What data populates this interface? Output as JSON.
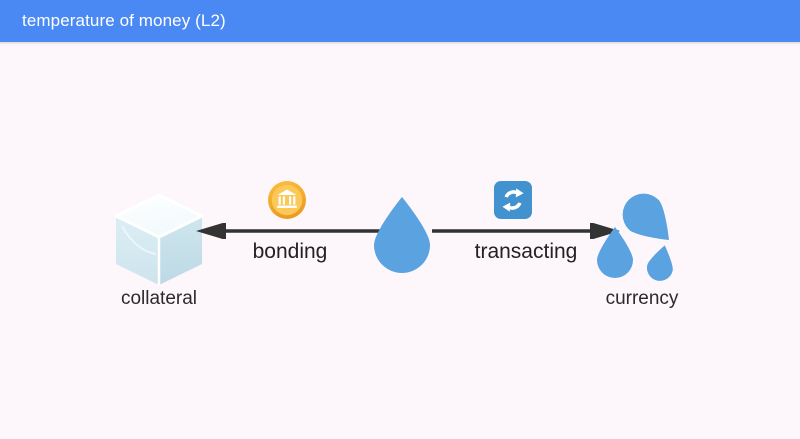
{
  "window": {
    "title": "temperature of money (L2)",
    "title_bar_color": "#4a89f3",
    "title_text_color": "#ffffff",
    "background_color": "#fdf6fa"
  },
  "diagram": {
    "nodes": [
      {
        "id": "collateral",
        "label": "collateral",
        "icon": "ice-cube-icon",
        "colors": {
          "top": "#ffffff",
          "left": "#d3e7ef",
          "right": "#bcd8e3"
        }
      },
      {
        "id": "money",
        "label": "",
        "icon": "water-drop-icon",
        "colors": {
          "fill": "#5ba3e0"
        }
      },
      {
        "id": "currency",
        "label": "currency",
        "icon": "three-water-drops-icon",
        "colors": {
          "fill": "#5ba3e0"
        }
      }
    ],
    "edges": [
      {
        "id": "bonding",
        "label": "bonding",
        "direction": "left",
        "from": "money",
        "to": "collateral",
        "badge_icon": "bank-coin-icon",
        "badge_colors": {
          "outer": "#f0a92e",
          "inner": "#fcc24d",
          "glyph": "#ffffff"
        },
        "arrow_color": "#333333"
      },
      {
        "id": "transacting",
        "label": "transacting",
        "direction": "right",
        "from": "money",
        "to": "currency",
        "badge_icon": "repeat-arrows-icon",
        "badge_colors": {
          "background": "#4292cf",
          "glyph": "#ffffff"
        },
        "arrow_color": "#333333"
      }
    ]
  }
}
